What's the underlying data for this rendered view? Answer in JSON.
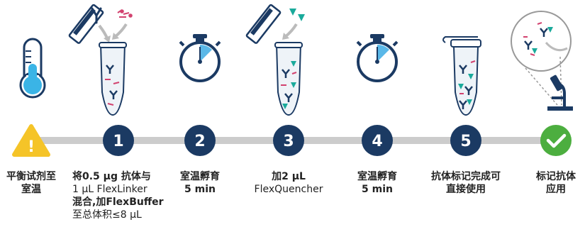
{
  "colors": {
    "navy": "#1b3a63",
    "track": "#cccccc",
    "warning": "#f5c428",
    "success": "#4cae3f",
    "teal": "#1aaa9b",
    "pink": "#d2426f",
    "clock_blue": "#5ab8e8",
    "thermo_blue": "#3ab4e6"
  },
  "steps": [
    {
      "badge": "!",
      "icon": "thermometer-icon",
      "lines": [
        "平衡试剂至",
        "室温"
      ]
    },
    {
      "badge": "1",
      "icon": "tube-antibody-linker-icon",
      "lines": [
        "将0.5 µg 抗体与",
        "1 µL FlexLinker",
        "混合,加FlexBuffer",
        "至总体积≤8 µL"
      ]
    },
    {
      "badge": "2",
      "icon": "stopwatch-icon",
      "lines": [
        "室温孵育",
        "5 min"
      ]
    },
    {
      "badge": "3",
      "icon": "tube-quencher-icon",
      "lines": [
        "加2 µL",
        "FlexQuencher"
      ]
    },
    {
      "badge": "4",
      "icon": "stopwatch-icon",
      "lines": [
        "室温孵育",
        "5 min"
      ]
    },
    {
      "badge": "5",
      "icon": "closed-tube-icon",
      "lines": [
        "抗体标记完成可",
        "直接使用"
      ]
    },
    {
      "badge": "✓",
      "icon": "microscope-icon",
      "lines": [
        "标记抗体",
        "应用"
      ]
    }
  ]
}
